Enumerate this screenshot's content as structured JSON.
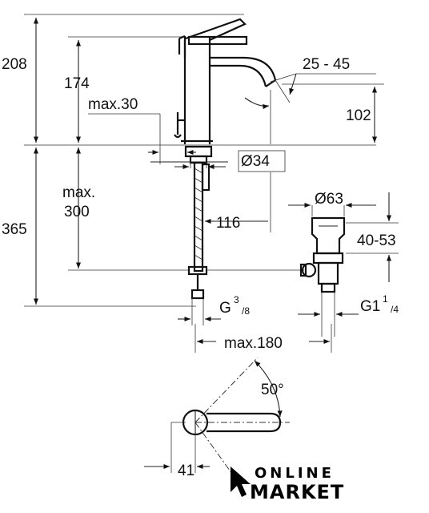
{
  "dimensions": {
    "d208": "208",
    "d174": "174",
    "max30": "max.30",
    "angle": "25 - 45",
    "d102": "102",
    "d34": "Ø34",
    "max_label": "max.",
    "d300": "300",
    "d365": "365",
    "d116": "116",
    "d63": "Ø63",
    "d4053": "40-53",
    "g38_main": "G",
    "g38_sup": "3",
    "g38_sub": "/8",
    "g114_main": "G1",
    "g114_sup": "1",
    "g114_sub": "/4",
    "max180": "max.180",
    "deg50": "50°",
    "d41": "41"
  },
  "logo": {
    "line1": "ONLINE",
    "line2": "MARKET",
    "color": "#000000"
  }
}
